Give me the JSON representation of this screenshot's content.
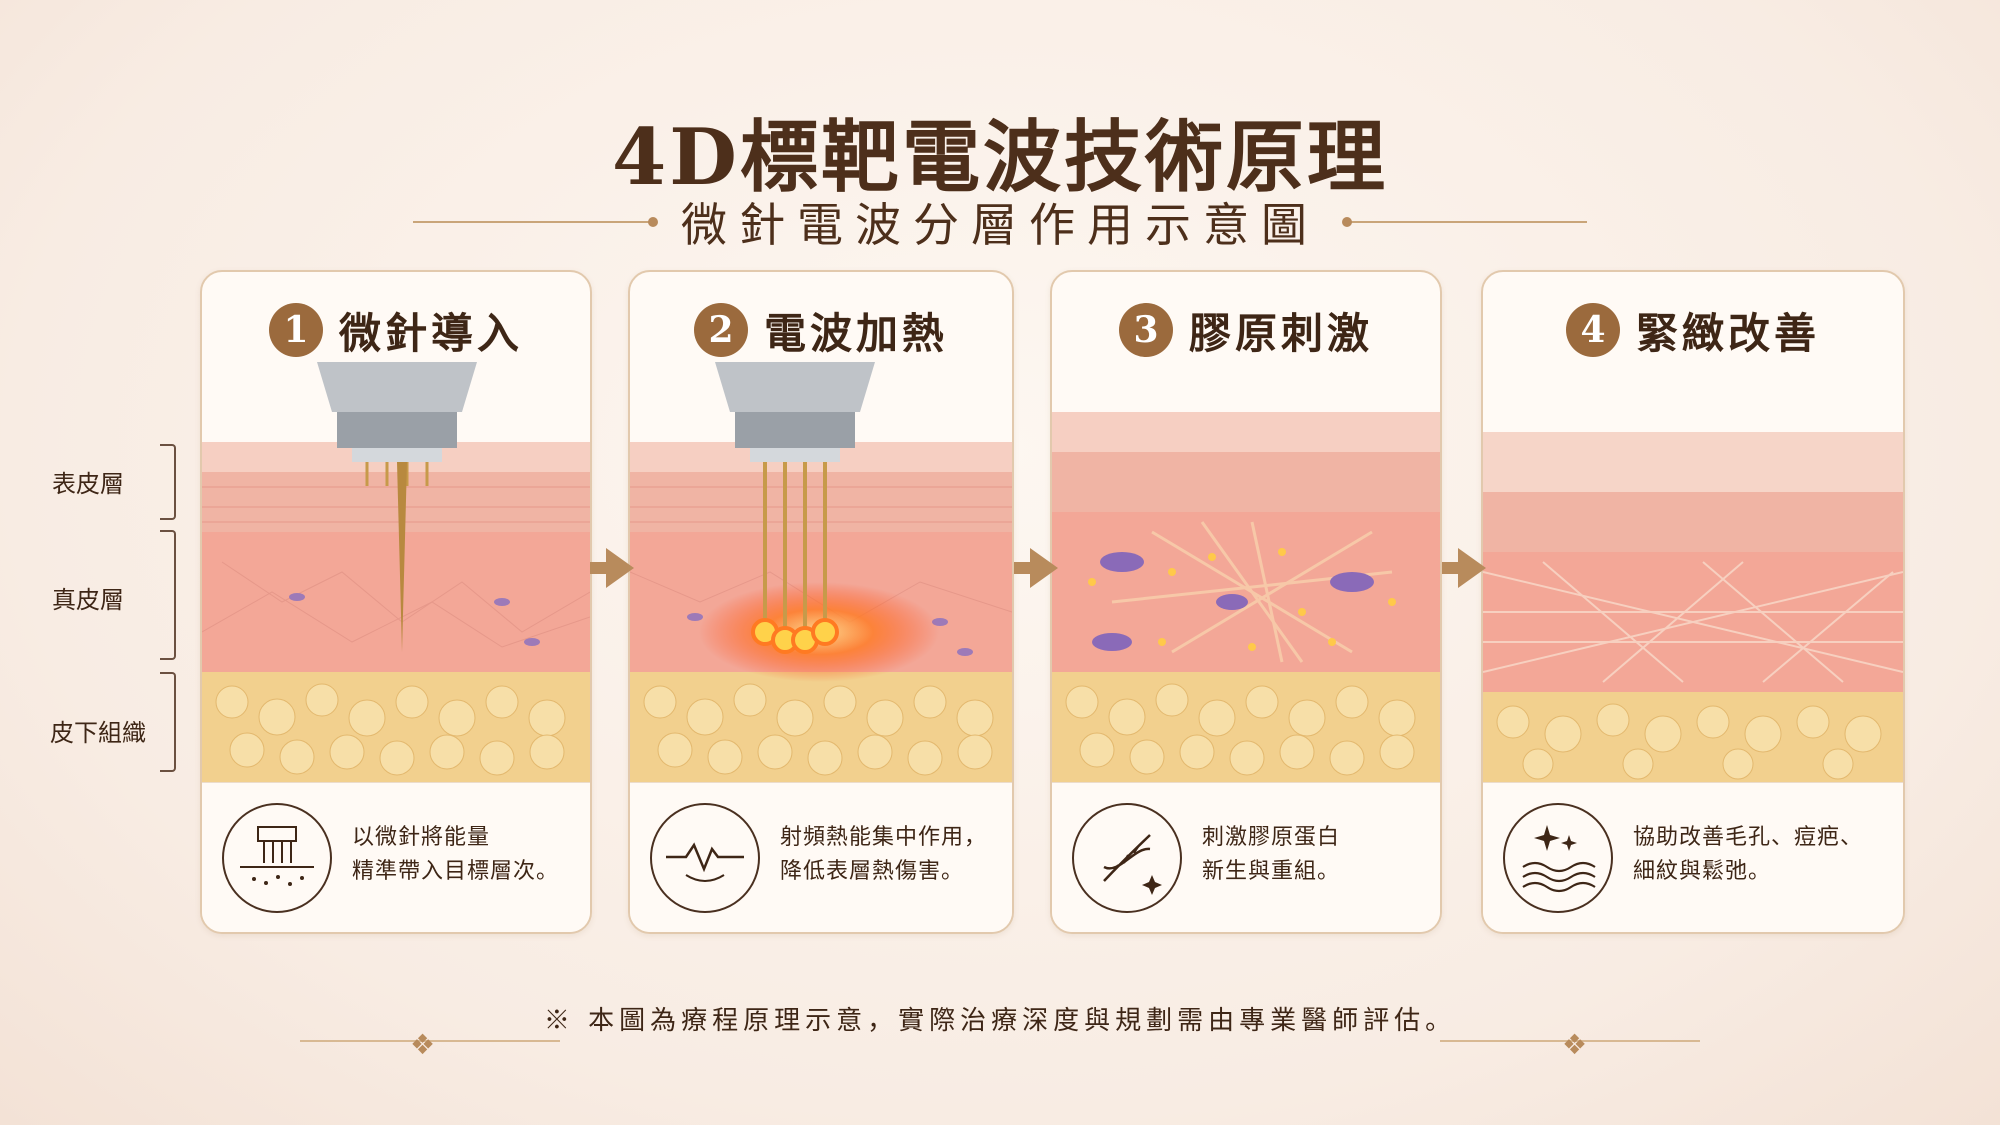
{
  "title": "4D標靶電波技術原理",
  "subtitle": "微針電波分層作用示意圖",
  "layers": {
    "epidermis": "表皮層",
    "dermis": "真皮層",
    "subcutaneous": "皮下組織"
  },
  "steps": [
    {
      "number": "1",
      "title": "微針導入",
      "line1": "以微針將能量",
      "line2": "精準帶入目標層次。",
      "icon": "microneedle-icon"
    },
    {
      "number": "2",
      "title": "電波加熱",
      "line1": "射頻熱能集中作用，",
      "line2": "降低表層熱傷害。",
      "icon": "wave-icon"
    },
    {
      "number": "3",
      "title": "膠原刺激",
      "line1": "刺激膠原蛋白",
      "line2": "新生與重組。",
      "icon": "dna-icon"
    },
    {
      "number": "4",
      "title": "緊緻改善",
      "line1": "協助改善毛孔、痘疤、",
      "line2": "細紋與鬆弛。",
      "icon": "sparkle-wave-icon"
    }
  ],
  "disclaimer": "※ 本圖為療程原理示意，實際治療深度與規劃需由專業醫師評估。",
  "colors": {
    "accent": "#9b6a3d",
    "skin": "#f2a89a",
    "fat": "#f2d08e",
    "heat": "#ff6a1a"
  }
}
